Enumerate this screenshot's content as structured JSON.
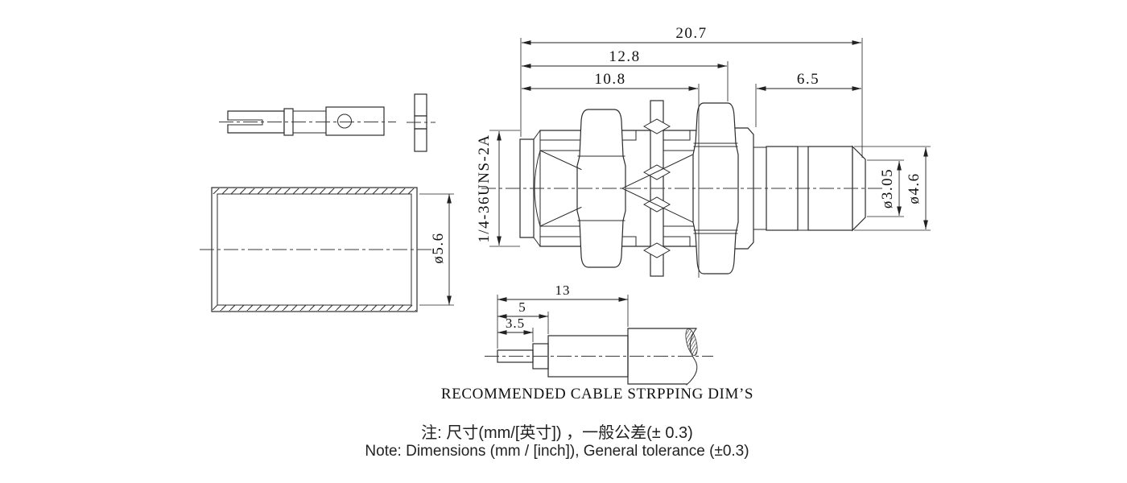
{
  "main_view": {
    "thread_spec": "1/4-36UNS-2A",
    "dim_overall": "20.7",
    "dim_mid": "12.8",
    "dim_front": "10.8",
    "dim_rear": "6.5",
    "dim_bore": "ø3.05",
    "dim_tip": "ø4.6"
  },
  "ferrule": {
    "dim_inner": "ø5.6"
  },
  "strip_view": {
    "dim_total": "13",
    "dim_braid": "5",
    "dim_center": "3.5",
    "caption": "RECOMMENDED CABLE STRPPING DIM’S"
  },
  "notes": {
    "line_zh": "注: 尺寸(mm/[英寸]) ，一般公差(± 0.3)",
    "line_en": "Note: Dimensions (mm / [inch]), General tolerance (±0.3)"
  }
}
